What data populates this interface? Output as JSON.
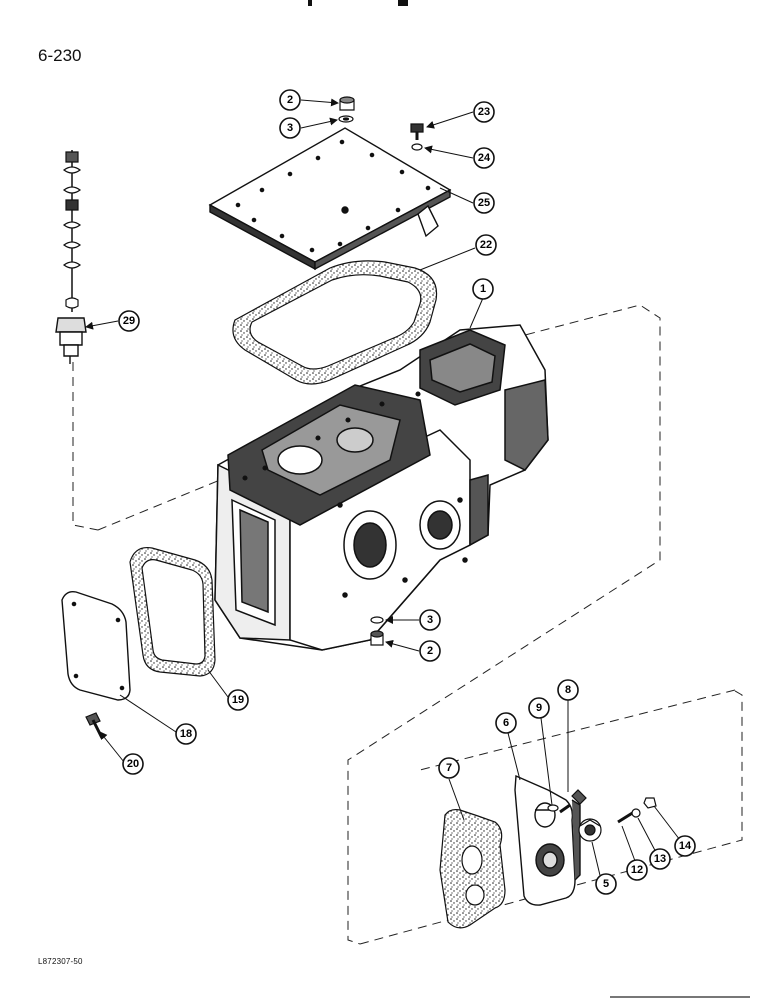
{
  "page_number": "6-230",
  "reference_code": "L872307-50",
  "callouts": {
    "c1": "1",
    "c2a": "2",
    "c2b": "2",
    "c3a": "3",
    "c3b": "3",
    "c5": "5",
    "c6": "6",
    "c7": "7",
    "c8": "8",
    "c9": "9",
    "c12": "12",
    "c13": "13",
    "c14": "14",
    "c18": "18",
    "c19": "19",
    "c20": "20",
    "c22": "22",
    "c23": "23",
    "c24": "24",
    "c25": "25",
    "c29": "29"
  }
}
